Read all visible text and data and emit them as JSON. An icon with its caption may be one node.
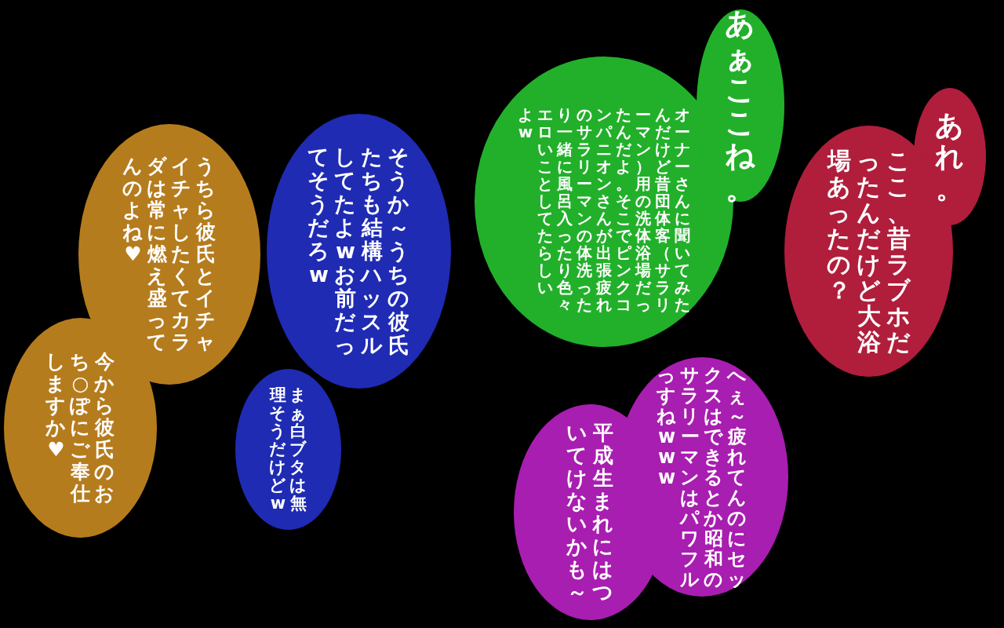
{
  "diagram": {
    "nodes": [
      {
        "text": [
          "あれ。"
        ]
      },
      {
        "text": [
          "ここ、昔ラブホだったんだけど大浴場あったの？"
        ]
      },
      {
        "text": [
          "あぁここね。"
        ]
      },
      {
        "text": [
          "オーナーさんに聞いてみたんだけど昔団体客（サラリーマン）用の洗体浴場だったんだよ。そこでピンクコンパニオンさんが出張疲れのサラリーマンの体洗ったり一緒に風呂入ったり色々エロいことしてたらしいよw"
        ]
      },
      {
        "text": [
          "へぇ～疲れてんのにセックスはできるとか昭和のサラリーマンはパワフルっすねwww"
        ]
      },
      {
        "text": [
          "平成生まれにはついてけないかも～"
        ]
      },
      {
        "text": [
          "そうか～うちの彼氏たちも結構ハッスルしてたよwお前だってそうだろw"
        ]
      },
      {
        "text": [
          "まぁ白ブタは無理そうだけどw"
        ]
      },
      {
        "text": [
          "うちら彼氏とイチャイチャしたくてカラダは常に燃え盛ってんのよね♥"
        ]
      },
      {
        "text": [
          "今から彼氏のおち○ぽにご奉仕しますか♥"
        ]
      }
    ]
  }
}
